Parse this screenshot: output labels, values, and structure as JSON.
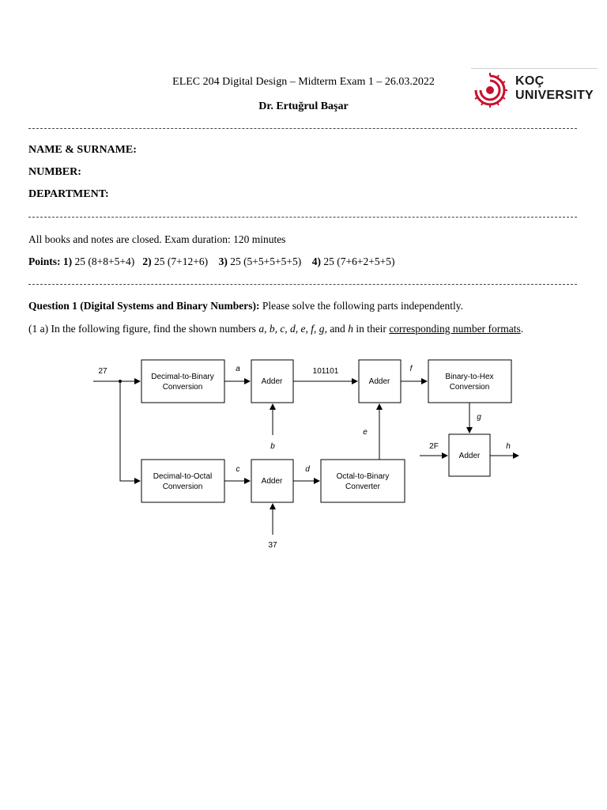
{
  "header": {
    "title": "ELEC 204 Digital Design – Midterm Exam 1 – 26.03.2022",
    "author": "Dr. Ertuğrul Başar",
    "logo": {
      "line1": "KOÇ",
      "line2": "UNIVERSITY",
      "brand_color": "#c8102e"
    }
  },
  "fields": {
    "name": "NAME & SURNAME:",
    "number": "NUMBER:",
    "department": "DEPARTMENT:"
  },
  "instructions": "All books and notes are closed. Exam duration: 120 minutes",
  "points": {
    "label": "Points:",
    "items": [
      {
        "num": "1)",
        "val": "25 (8+8+5+4)"
      },
      {
        "num": "2)",
        "val": "25 (7+12+6)"
      },
      {
        "num": "3)",
        "val": "25 (5+5+5+5+5)"
      },
      {
        "num": "4)",
        "val": "25 (7+6+2+5+5)"
      }
    ]
  },
  "question1": {
    "heading": "Question 1 (Digital Systems and Binary Numbers):",
    "text": "Please solve the following parts independently.",
    "part_a_prefix": "(1 a) In the following figure, find the shown numbers",
    "part_a_vars": "a, b, c, d, e, f, g",
    "part_a_and": ", and",
    "part_a_h": "h",
    "part_a_mid": "in their",
    "part_a_underlined": "corresponding number formats",
    "part_a_end": "."
  },
  "diagram": {
    "blocks": {
      "dec2bin": [
        "Decimal-to-Binary",
        "Conversion"
      ],
      "adder1": "Adder",
      "adder2": "Adder",
      "bin2hex": [
        "Binary-to-Hex",
        "Conversion"
      ],
      "dec2oct": [
        "Decimal-to-Octal",
        "Conversion"
      ],
      "adder3": "Adder",
      "oct2bin": [
        "Octal-to-Binary",
        "Converter"
      ],
      "adder4": "Adder"
    },
    "labels": {
      "input": "27",
      "a": "a",
      "b": "b",
      "c": "c",
      "d": "d",
      "e": "e",
      "f": "f",
      "g": "g",
      "h": "h",
      "binary_const": "101101",
      "hex_const": "2F",
      "decimal_const": "37"
    }
  }
}
